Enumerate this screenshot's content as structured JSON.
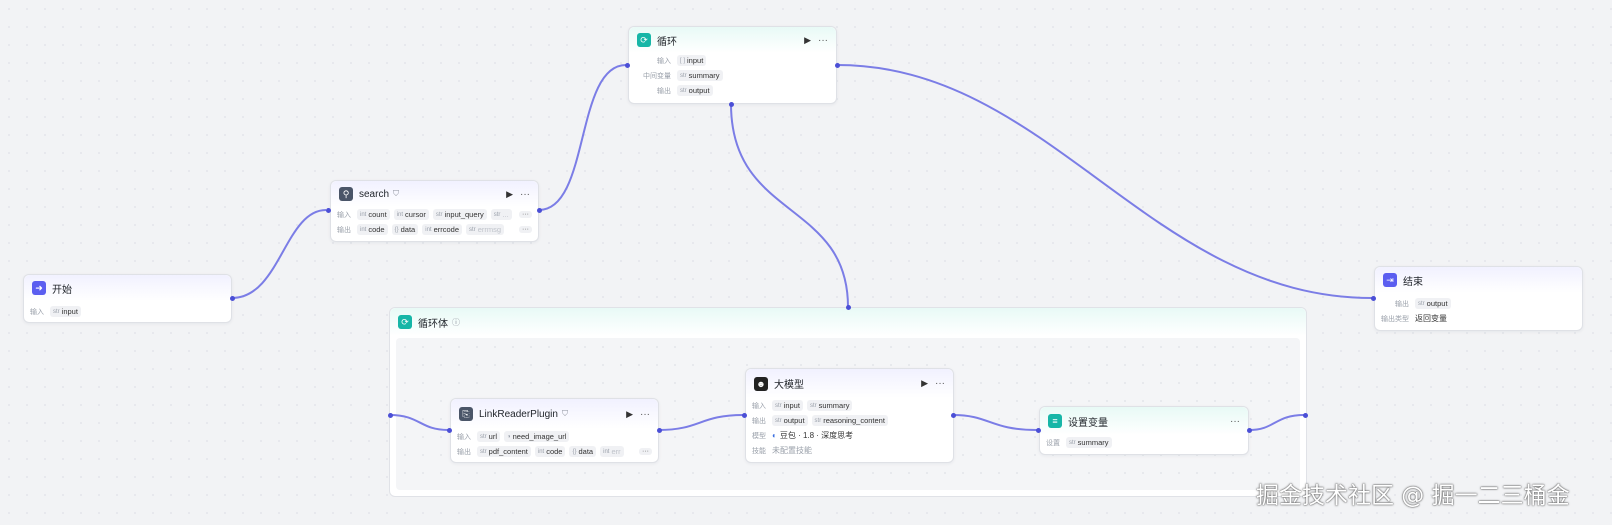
{
  "nodes": {
    "start": {
      "title": "开始",
      "input_label": "输入",
      "inputs": [
        {
          "type": "str",
          "name": "input"
        }
      ]
    },
    "search": {
      "title": "search",
      "input_label": "输入",
      "output_label": "输出",
      "inputs": [
        {
          "type": "int",
          "name": "count"
        },
        {
          "type": "int",
          "name": "cursor"
        },
        {
          "type": "str",
          "name": "input_query"
        },
        {
          "type": "str",
          "name": "..."
        }
      ],
      "outputs": [
        {
          "type": "int",
          "name": "code"
        },
        {
          "type": "{}",
          "name": "data"
        },
        {
          "type": "int",
          "name": "errcode"
        },
        {
          "type": "str",
          "name": "errmsg"
        }
      ],
      "more_label": "···"
    },
    "loop": {
      "title": "循环",
      "input_label": "输入",
      "mid_label": "中间变量",
      "output_label": "输出",
      "input_value": {
        "type": "[ ]",
        "name": "input"
      },
      "mid_value": {
        "type": "str",
        "name": "summary"
      },
      "output_value": {
        "type": "str",
        "name": "output"
      }
    },
    "end": {
      "title": "结束",
      "output_label": "输出",
      "output_value": {
        "type": "str",
        "name": "output"
      },
      "mode_label": "输出类型",
      "mode_value": "返回变量"
    },
    "loop_body": {
      "title": "循环体",
      "info": "ⓘ"
    },
    "link_reader": {
      "title": "LinkReaderPlugin",
      "input_label": "输入",
      "output_label": "输出",
      "inputs": [
        {
          "type": "str",
          "name": "url"
        },
        {
          "type": "◑",
          "name": "need_image_url"
        }
      ],
      "outputs": [
        {
          "type": "str",
          "name": "pdf_content"
        },
        {
          "type": "int",
          "name": "code"
        },
        {
          "type": "{}",
          "name": "data"
        },
        {
          "type": "int",
          "name": "err"
        }
      ],
      "more_label": "···"
    },
    "llm": {
      "title": "大模型",
      "input_label": "输入",
      "output_label": "输出",
      "model_label": "模型",
      "skill_label": "技能",
      "inputs": [
        {
          "type": "str",
          "name": "input"
        },
        {
          "type": "str",
          "name": "summary"
        }
      ],
      "outputs": [
        {
          "type": "str",
          "name": "output"
        },
        {
          "type": "str",
          "name": "reasoning_content"
        }
      ],
      "model_value": "豆包 · 1.8 · 深度思考",
      "skill_value": "未配置技能"
    },
    "set_var": {
      "title": "设置变量",
      "set_label": "设置",
      "value": {
        "type": "str",
        "name": "summary"
      }
    }
  },
  "watermark": "掘金技术社区 @ 掘一二三桶金",
  "colors": {
    "accent": "#5b5ef0",
    "teal": "#17b6a7",
    "edge": "#7b7de6",
    "port": "#4b4fd6",
    "canvas": "#f2f3f5"
  },
  "icons": {
    "start": "login-arrow-icon",
    "search": "search-plugin-icon",
    "loop": "loop-icon",
    "end": "exit-arrow-icon",
    "link_reader": "link-plugin-icon",
    "llm": "robot-icon",
    "set_var": "variable-icon"
  }
}
